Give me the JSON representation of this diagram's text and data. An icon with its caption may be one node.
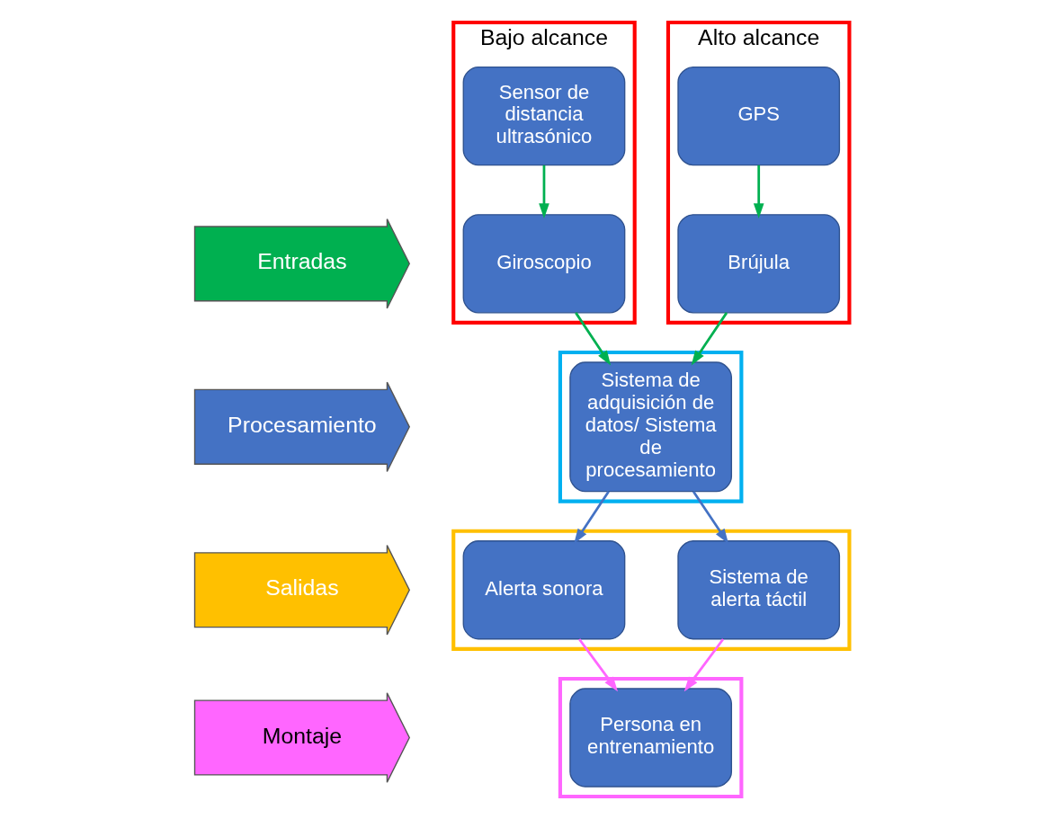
{
  "diagram": {
    "nodes": [
      {
        "text": [
          "Bajo alcance"
        ]
      },
      {
        "text": [
          "Sensor de distancia ultrasónico"
        ],
        "in": 0
      },
      {
        "text": [
          "Giroscopio"
        ],
        "in": 0
      },
      {
        "text": [
          "Alto alcance"
        ]
      },
      {
        "text": [
          "GPS"
        ],
        "in": 3
      },
      {
        "text": [
          "Brújula"
        ],
        "in": 3
      },
      {
        "text": [],
        "shape": "box"
      },
      {
        "text": [
          "Sistema de adquisición de datos/ Sistema de procesamiento"
        ],
        "in": 6
      },
      {
        "text": [],
        "shape": "box"
      },
      {
        "text": [
          "Sistema de alerta táctil"
        ],
        "in": 8
      },
      {
        "text": [
          "Alerta sonora"
        ],
        "in": 8
      },
      {
        "text": [],
        "shape": "box"
      },
      {
        "text": [
          "Persona en entrenamiento"
        ],
        "in": 11
      },
      {
        "text": [
          "Entradas"
        ]
      },
      {
        "text": [
          "Procesamiento"
        ]
      },
      {
        "text": [
          "Salidas"
        ]
      },
      {
        "text": [
          "Montaje"
        ]
      }
    ],
    "edges": [
      {
        "from": 1,
        "to": 2,
        "arrow": "to",
        "color": "#00b050"
      },
      {
        "from": 4,
        "to": 5,
        "arrow": "to",
        "color": "#00b050"
      },
      {
        "from": 2,
        "to": 7,
        "arrow": "to",
        "color": "#00b050"
      },
      {
        "from": 5,
        "to": 7,
        "arrow": "to",
        "color": "#00b050"
      },
      {
        "from": 7,
        "to": 9,
        "arrow": "to",
        "color": "#4472c4"
      },
      {
        "from": 7,
        "to": 10,
        "arrow": "to",
        "color": "#4472c4"
      },
      {
        "from": 9,
        "to": 12,
        "arrow": "to",
        "color": "#ff66ff"
      },
      {
        "from": 10,
        "to": 12,
        "arrow": "to",
        "color": "#ff66ff"
      }
    ]
  }
}
